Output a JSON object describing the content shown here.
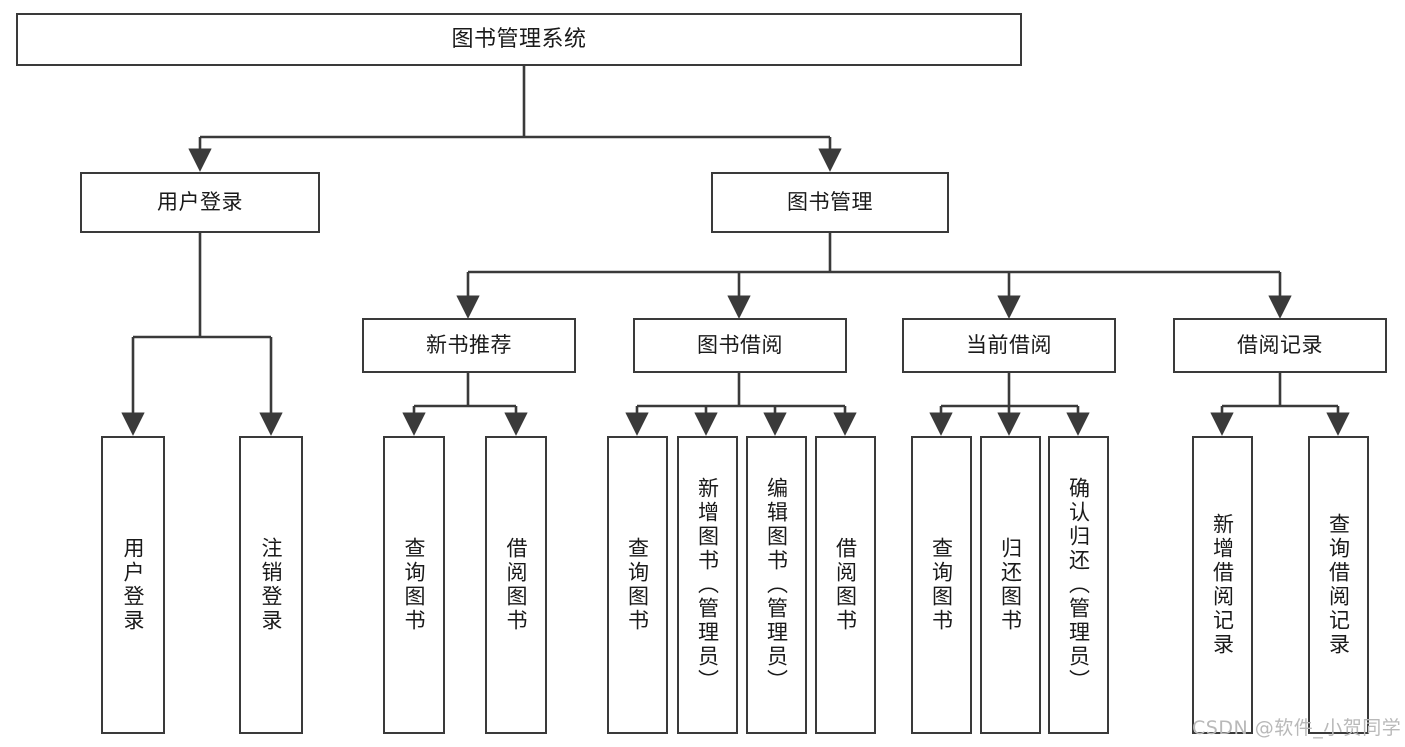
{
  "diagram": {
    "type": "tree-structure-chart",
    "title": "图书管理系统",
    "root": {
      "label": "图书管理系统"
    },
    "level1": [
      {
        "label": "用户登录"
      },
      {
        "label": "图书管理"
      }
    ],
    "level2": [
      {
        "label": "新书推荐"
      },
      {
        "label": "图书借阅"
      },
      {
        "label": "当前借阅"
      },
      {
        "label": "借阅记录"
      }
    ],
    "leaves": {
      "user_login": [
        {
          "label": "用户登录"
        },
        {
          "label": "注销登录"
        }
      ],
      "new_book_recommend": [
        {
          "label": "查询图书"
        },
        {
          "label": "借阅图书"
        }
      ],
      "book_borrow": [
        {
          "label": "查询图书"
        },
        {
          "label": "新增图书（管理员）"
        },
        {
          "label": "编辑图书（管理员）"
        },
        {
          "label": "借阅图书"
        }
      ],
      "current_borrow": [
        {
          "label": "查询图书"
        },
        {
          "label": "归还图书"
        },
        {
          "label": "确认归还（管理员）"
        }
      ],
      "borrow_record": [
        {
          "label": "新增借阅记录"
        },
        {
          "label": "查询借阅记录"
        }
      ]
    }
  },
  "watermark": {
    "text": "CSDN @软件_小贺同学"
  },
  "colors": {
    "stroke": "#3a3a3a",
    "fill": "#ffffff",
    "text": "#1a1a1a",
    "watermark": "#b9b9b9"
  }
}
